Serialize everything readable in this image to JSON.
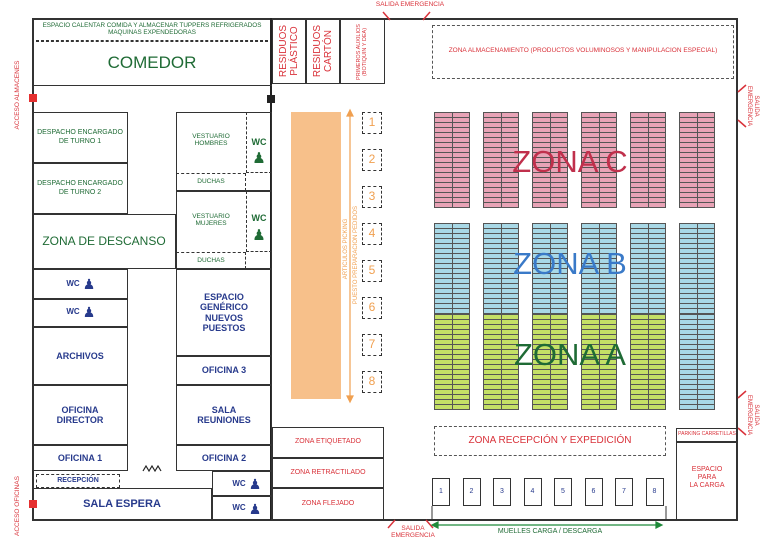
{
  "outside": {
    "exit_top": "SALIDA EMERGENCIA",
    "exit_bottom": "SALIDA\nEMERGENCIA",
    "exit_right_top": "SALIDA\nEMERGENCIA",
    "exit_right_bottom": "SALIDA\nEMERGENCIA",
    "access_warehouses": "ACCESO ALMACENES",
    "access_offices": "ACCESO OFICINAS",
    "docks_label": "MUELLES CARGA / DESCARGA"
  },
  "offices": {
    "canteen_note": "ESPACIO CALENTAR COMIDA Y ALMACENAR TUPPERS REFRIGERADOS\nMAQUINAS EXPENDEDORAS",
    "canteen": "COMEDOR",
    "shift_office_1": "DESPACHO ENCARGADO\nDE TURNO 1",
    "shift_office_2": "DESPACHO ENCARGADO\nDE TURNO 2",
    "locker_men": "VESTUARIO\nHOMBRES",
    "locker_women": "VESTUARIO\nMUJERES",
    "showers": "DUCHAS",
    "wc": "WC",
    "rest_zone": "ZONA DE DESCANSO",
    "generic_space": "ESPACIO\nGENÉRICO\nNUEVOS\nPUESTOS",
    "archives": "ARCHIVOS",
    "office_3": "OFICINA 3",
    "director_office": "OFICINA\nDIRECTOR",
    "meeting_room": "SALA\nREUNIONES",
    "office_1": "OFICINA 1",
    "office_2": "OFICINA 2",
    "reception": "RECEPCIÓN",
    "waiting_room": "SALA ESPERA"
  },
  "warehouse": {
    "waste_plastic": "RESIDUOS\nPLÁSTICO",
    "waste_cardboard": "RESIDUOS\nCARTÓN",
    "first_aid": "PRIMEROS AUXILIOS\n(BOTIQUIN Y DEA)",
    "bulk_zone": "ZONA ALMACENAMIENTO (PRODUCTOS VOLUMINOSOS Y MANIPULACION ESPECIAL)",
    "picking_label": "ARTICULOS PICKING",
    "order_prep_label": "PUESTO PREPARACION PEDIDOS",
    "picking_slots": [
      "1",
      "2",
      "3",
      "4",
      "5",
      "6",
      "7",
      "8"
    ],
    "zone_c": "ZONA C",
    "zone_b": "ZONA B",
    "zone_a": "ZONA A",
    "reception_expedition": "ZONA RECEPCIÓN Y EXPEDICIÓN",
    "labeling": "ZONA ETIQUETADO",
    "shrink_wrap": "ZONA RETRACTILADO",
    "strapping": "ZONA FLEJADO",
    "forklift_parking": "PARKING CARRETILLAS",
    "load_space": "ESPACIO\nPARA\nLA CARGA",
    "docks": [
      "1",
      "2",
      "3",
      "4",
      "5",
      "6",
      "7",
      "8"
    ]
  },
  "colors": {
    "zone_c": "#e8a3b6",
    "zone_b": "#a8d8e6",
    "zone_a": "#c4e066",
    "picking": "#f7c08a",
    "green_text": "#1f6b35",
    "red_text": "#d9323a",
    "blue_text": "#273a8c"
  }
}
